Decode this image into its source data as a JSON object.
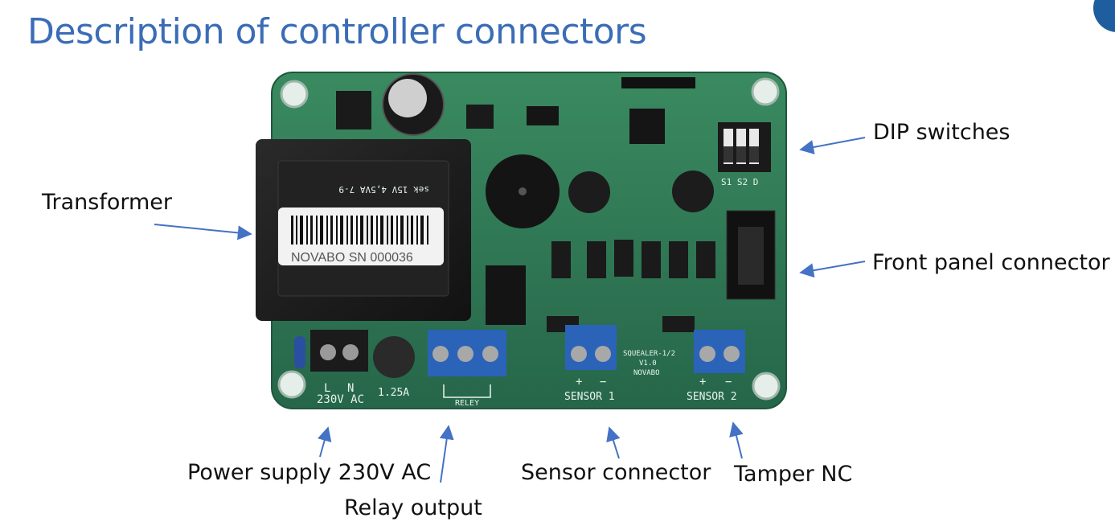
{
  "title": "Description of controller connectors",
  "labels": {
    "transformer": "Transformer",
    "dip_switches": "DIP switches",
    "front_panel": "Front panel connector",
    "power_supply": "Power supply 230V AC",
    "relay_output": "Relay output",
    "sensor_connector": "Sensor connector",
    "tamper": "Tamper NC"
  },
  "board_text": {
    "l": "L",
    "n": "N",
    "v230": "230V AC",
    "fuse": "1.25A",
    "relay": "RELEY",
    "sensor1": "SENSOR 1",
    "sensor2": "SENSOR 2",
    "plus": "+",
    "minus": "−",
    "model": "SQUEALER-1/2",
    "version": "V1.0",
    "brand": "NOVABO",
    "serial": "NOVABO SN  000036",
    "dip_marks": "S1 S2 D",
    "transformer_spec": "sek   15V   4,5VA   7-9"
  },
  "colors": {
    "title": "#3b6db6",
    "arrow": "#4472c4",
    "board": "#2f7a54",
    "terminal_blue": "#2b63b8",
    "terminal_black": "#1b1b1b"
  }
}
